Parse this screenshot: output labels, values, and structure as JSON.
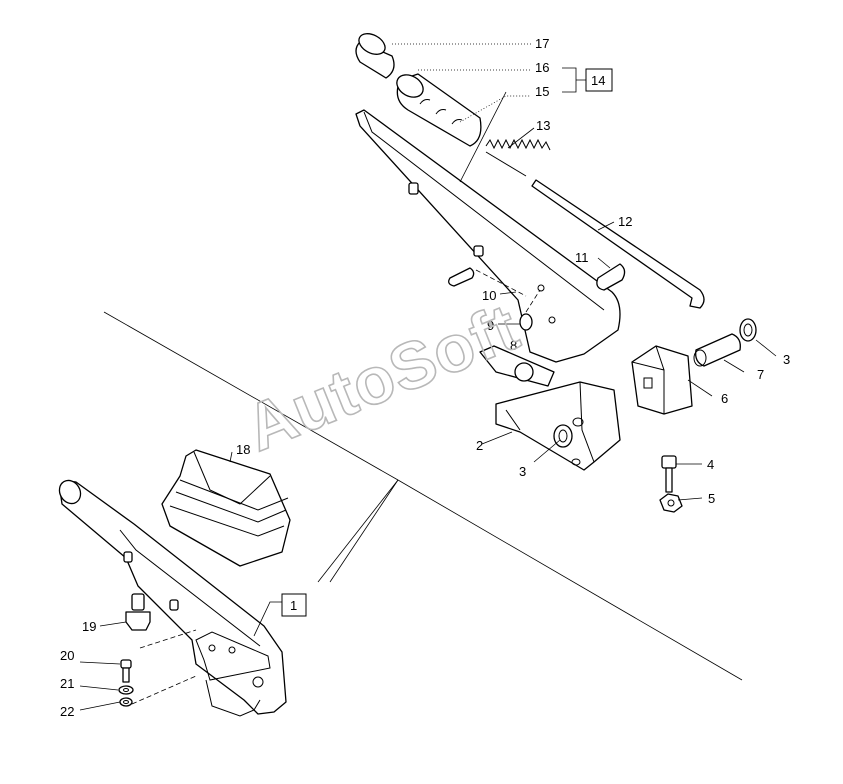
{
  "watermark": "AutoSoft",
  "callouts": {
    "c1": "1",
    "c2": "2",
    "c3a": "3",
    "c3b": "3",
    "c4": "4",
    "c5": "5",
    "c6": "6",
    "c7": "7",
    "c8": "8",
    "c9": "9",
    "c10": "10",
    "c11": "11",
    "c12": "12",
    "c13": "13",
    "c14": "14",
    "c15": "15",
    "c16": "16",
    "c17": "17",
    "c18": "18",
    "c19": "19",
    "c20": "20",
    "c21": "21",
    "c22": "22"
  }
}
